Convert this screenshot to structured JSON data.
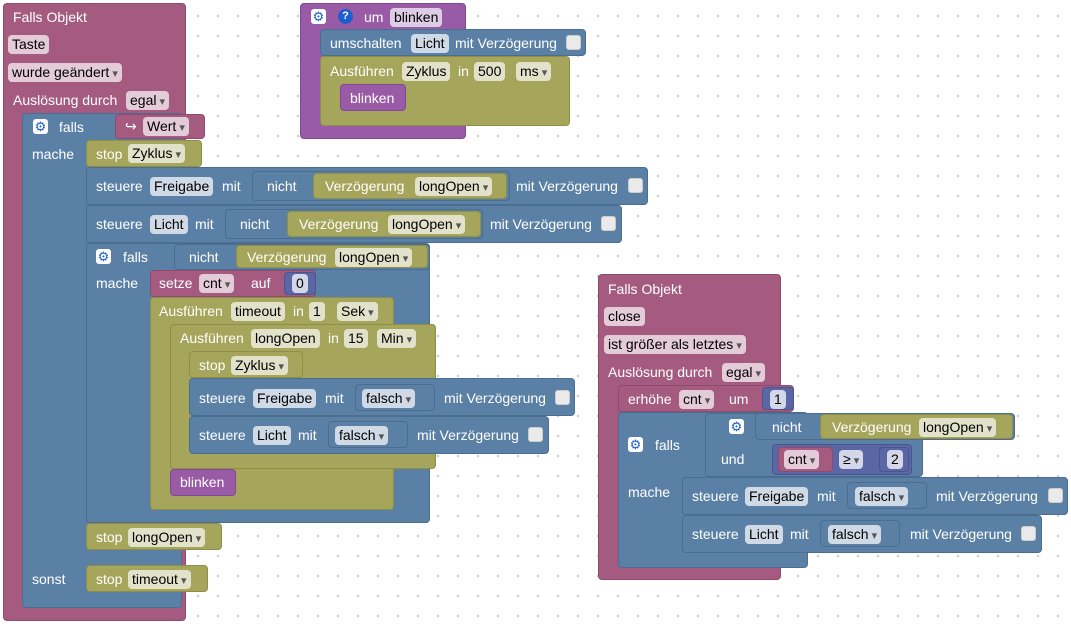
{
  "blockA": {
    "header": "Falls Objekt",
    "object": "Taste",
    "event": "wurde geändert",
    "trigger_label": "Auslösung durch",
    "trigger_value": "egal",
    "if_label": "falls",
    "var_value": "Wert",
    "do_label": "mache",
    "stop_label": "stop",
    "stop1_value": "Zyklus",
    "ctrl_label": "steuere",
    "with_label": "mit",
    "not_label": "nicht",
    "delay_label": "Verzögerung",
    "delay_value": "longOpen",
    "with_delay_label": "mit Verzögerung",
    "ctrl1_target": "Freigabe",
    "ctrl2_target": "Licht",
    "set_label": "setze",
    "set_var": "cnt",
    "set_to_label": "auf",
    "set_value": "0",
    "exec_label": "Ausführen",
    "in_label": "in",
    "exec1_name": "timeout",
    "exec1_num": "1",
    "exec1_unit": "Sek",
    "exec2_name": "longOpen",
    "exec2_num": "15",
    "exec2_unit": "Min",
    "stop2_value": "Zyklus",
    "false_value": "falsch",
    "ctrl3_target": "Freigabe",
    "ctrl4_target": "Licht",
    "call_blink": "blinken",
    "stop3_value": "longOpen",
    "else_label": "sonst",
    "stop4_value": "timeout"
  },
  "blockB": {
    "to_label": "um",
    "func_name": "blinken",
    "toggle_label": "umschalten",
    "toggle_target": "Licht",
    "with_delay_label": "mit Verzögerung",
    "exec_label": "Ausführen",
    "exec_name": "Zyklus",
    "in_label": "in",
    "exec_num": "500",
    "exec_unit": "ms",
    "call_blink": "blinken"
  },
  "blockC": {
    "header": "Falls Objekt",
    "object": "close",
    "event": "ist größer als letztes",
    "trigger_label": "Auslösung durch",
    "trigger_value": "egal",
    "inc_label": "erhöhe",
    "inc_var": "cnt",
    "inc_by_label": "um",
    "inc_value": "1",
    "if_label": "falls",
    "not_label": "nicht",
    "delay_label": "Verzögerung",
    "delay_value": "longOpen",
    "and_label": "und",
    "cmp_var": "cnt",
    "cmp_op": "≥",
    "cmp_value": "2",
    "do_label": "mache",
    "ctrl_label": "steuere",
    "with_label": "mit",
    "with_delay_label": "mit Verzögerung",
    "ctrl1_target": "Freigabe",
    "ctrl2_target": "Licht",
    "false_value": "falsch"
  }
}
